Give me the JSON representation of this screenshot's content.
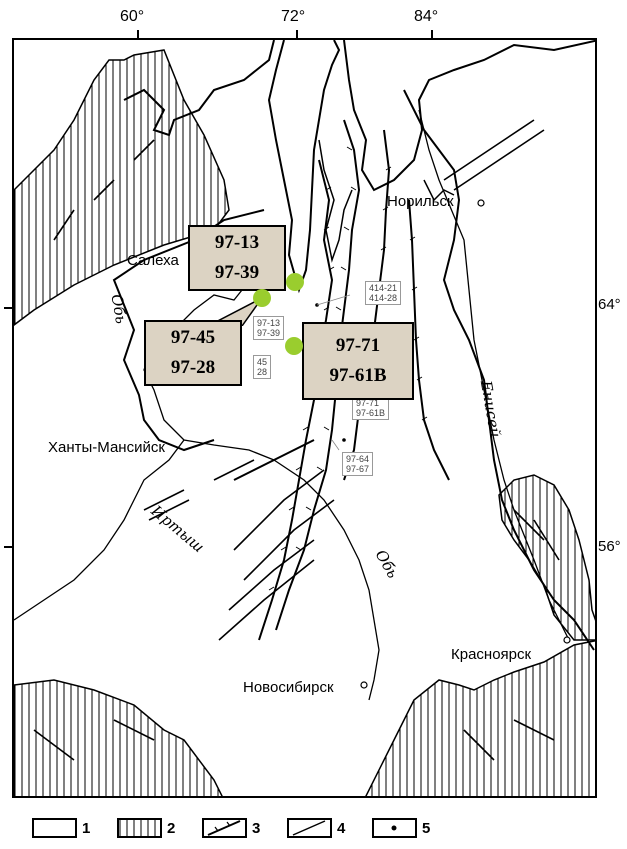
{
  "map": {
    "longitudes": [
      "60°",
      "72°",
      "84°"
    ],
    "latitudes": [
      "64°",
      "56°"
    ],
    "cities": {
      "salekhard": "Салеха",
      "norilsk": "Норильск",
      "khanty": "Ханты-Мансийск",
      "krasnoyarsk": "Красноярск",
      "novosibirsk": "Новосибирск"
    },
    "rivers": {
      "ob_north": "Обь",
      "irtysh": "Иртыш",
      "ob_south": "Обь",
      "yenisei": "Енисей"
    },
    "small_labels": {
      "box_a": "414-21\n414-28",
      "box_b": "97-13\n97-39",
      "box_c": "45\n28",
      "box_d": "97-71\n97-61B",
      "box_e": "97-64\n97-67"
    },
    "callouts": [
      {
        "line1": "97-13",
        "line2": "97-39"
      },
      {
        "line1": "97-45",
        "line2": "97-28"
      },
      {
        "line1": "97-71",
        "line2": "97-61B"
      }
    ],
    "marker_color": "#9acd2e",
    "callout_color": "#dcd3c3"
  },
  "legend": [
    {
      "num": "1",
      "pattern": "blank"
    },
    {
      "num": "2",
      "pattern": "vertical-hatch"
    },
    {
      "num": "3",
      "pattern": "toothed-fault"
    },
    {
      "num": "4",
      "pattern": "line"
    },
    {
      "num": "5",
      "pattern": "dot"
    }
  ]
}
